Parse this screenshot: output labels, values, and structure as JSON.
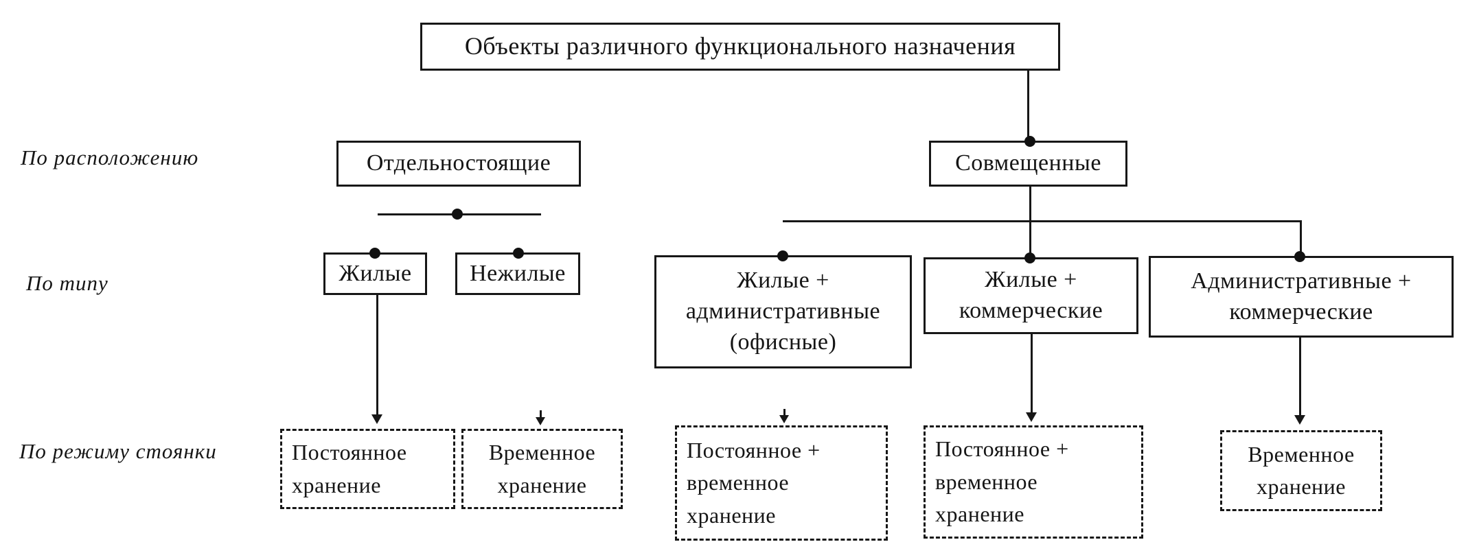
{
  "diagram": {
    "background_color": "#ffffff",
    "ink_color": "#171717",
    "title": "Объекты различного функционального назначения",
    "row_labels": {
      "location": "По расположению",
      "type": "По типу",
      "parking": "По режиму стоянки"
    },
    "location_nodes": {
      "detached": "Отдельностоящие",
      "combined": "Совмещенные"
    },
    "type_nodes": {
      "residential": "Жилые",
      "nonresidential": "Нежилые",
      "residential_administrative": "Жилые +\nадминистративные\n(офисные)",
      "residential_commercial": "Жилые +\nкоммерческие",
      "administrative_commercial": "Административные +\nкоммерческие"
    },
    "parking_nodes": {
      "permanent": "Постоянное\nхранение",
      "temporary": "Временное\nхранение",
      "permanent_temporary_1": "Постоянное +\nвременное\nхранение",
      "permanent_temporary_2": "Постоянное +\nвременное\nхранение",
      "temporary_2": "Временное\nхранение"
    }
  }
}
